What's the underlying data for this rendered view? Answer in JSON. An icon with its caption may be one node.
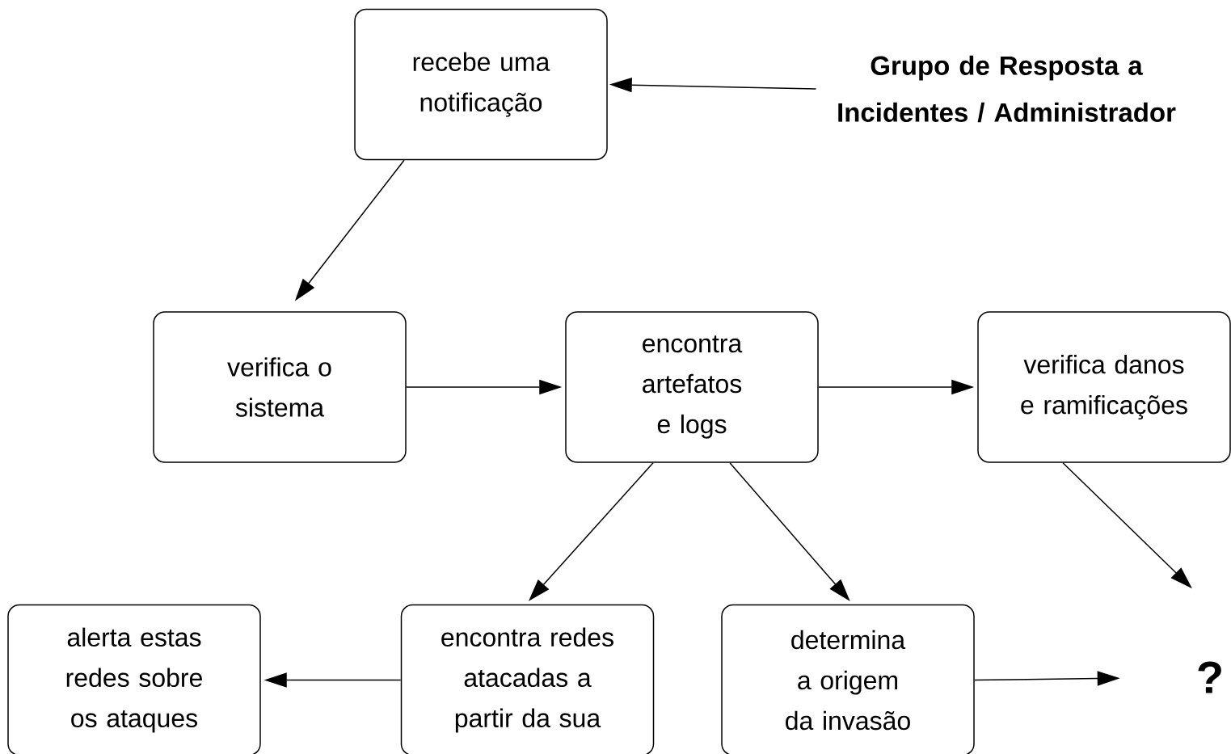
{
  "diagram": {
    "nodes": [
      {
        "text": [
          "recebe uma notificação"
        ]
      },
      {
        "text": [
          "Grupo de Resposta a Incidentes / Administrador"
        ]
      },
      {
        "text": [
          "verifica o sistema"
        ]
      },
      {
        "text": [
          "encontra artefatos e logs"
        ]
      },
      {
        "text": [
          "verifica danos e ramificações"
        ]
      },
      {
        "text": [
          "alerta estas redes sobre os ataques"
        ]
      },
      {
        "text": [
          "encontra redes atacadas a partir da sua"
        ]
      },
      {
        "text": [
          "determina a origem da invasão"
        ]
      },
      {
        "text": [
          "?"
        ]
      }
    ],
    "edges": [
      {
        "from": 1,
        "to": 0,
        "arrow": "to"
      },
      {
        "from": 0,
        "to": 2,
        "arrow": "to"
      },
      {
        "from": 2,
        "to": 3,
        "arrow": "to"
      },
      {
        "from": 3,
        "to": 4,
        "arrow": "to"
      },
      {
        "from": 3,
        "to": 6,
        "arrow": "to"
      },
      {
        "from": 3,
        "to": 7,
        "arrow": "to"
      },
      {
        "from": 4,
        "to": 8,
        "arrow": "to"
      },
      {
        "from": 6,
        "to": 5,
        "arrow": "to"
      },
      {
        "from": 7,
        "to": 8,
        "arrow": "to"
      }
    ]
  }
}
